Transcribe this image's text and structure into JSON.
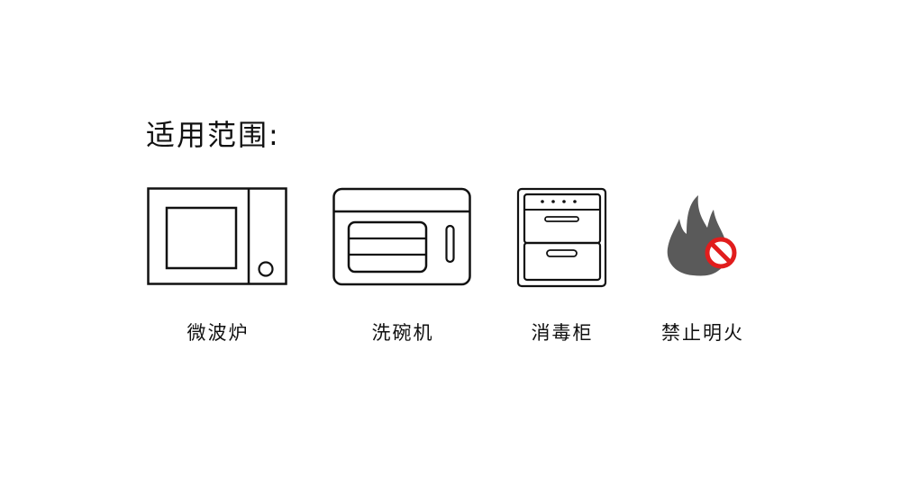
{
  "heading": "适用范围:",
  "items": [
    {
      "label": "微波炉",
      "icon": "microwave-icon"
    },
    {
      "label": "洗碗机",
      "icon": "dishwasher-icon"
    },
    {
      "label": "消毒柜",
      "icon": "sterilizer-cabinet-icon"
    },
    {
      "label": "禁止明火",
      "icon": "no-open-flame-icon"
    }
  ],
  "colors": {
    "text": "#111111",
    "icon_stroke": "#111111",
    "flame": "#5a5a5a",
    "prohibition": "#e11d1d"
  }
}
